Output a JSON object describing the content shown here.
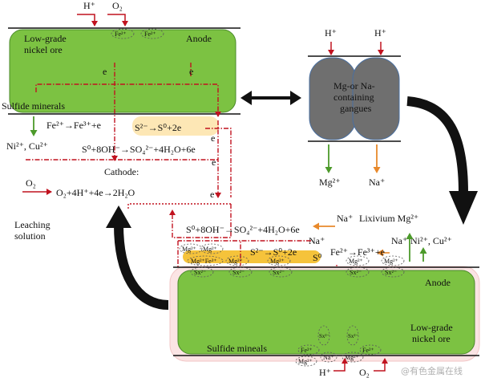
{
  "colors": {
    "ore_green": "#7cc242",
    "ore_stroke": "#4a8a2a",
    "gangue_gray": "#6f6f6f",
    "reaction_red": "#c1121f",
    "arrow_green": "#4c9a2a",
    "arrow_orange": "#e8892b",
    "highlight_yellow": "#f5c33b",
    "highlight_light": "#fde7b5",
    "pink_border": "#f2c6c6"
  },
  "top_ore": {
    "name": "Low-grade nickel ore",
    "line1": "Low-grade",
    "line2": "nickel ore",
    "anode": "Anode",
    "sulfide": "Sulfide minerals",
    "fe_ions": [
      "Fe²⁺",
      "Fe²⁺"
    ],
    "electron": "e",
    "inputs": {
      "h": "H⁺",
      "o2": "O₂"
    }
  },
  "gangue": {
    "line1": "Mg-or Na-",
    "line2": "containing",
    "line3": "gangues",
    "inputs": [
      "H⁺",
      "H⁺"
    ],
    "outputs": [
      "Mg²⁺",
      "Na⁺"
    ]
  },
  "reactions": {
    "ni_cu": "Ni²⁺, Cu²⁺",
    "fe_oxid": "Fe²⁺→Fe³⁺+e",
    "s_oxid": "S²⁻→S⁰+2e",
    "sulfate": "S⁰+8OH⁻→SO₄²⁻+4H₂O+6e",
    "cathode": "Cathode:",
    "o2": "O₂",
    "o2_reduction": "O₂+4H⁺+4e→2H₂O",
    "leaching_line1": "Leaching",
    "leaching_line2": "solution"
  },
  "bottom_ore": {
    "sulfate": "S⁰+8OH⁻→SO₄²⁻+4H₂O+6e",
    "na1": "Na⁺",
    "na2": "Na⁺",
    "na3": "Na⁺",
    "lixivium": "Lixivium Mg²⁺",
    "ni_cu": "Ni²⁺, Cu²⁺",
    "s_oxid": "S²⁻→S⁰+2e",
    "fe_oxid": "Fe²⁺→Fe³⁺+e",
    "s0": "S⁰",
    "anode": "Anode",
    "line1": "Low-grade",
    "line2": "nickel ore",
    "sulfide": "Sulfide mineals",
    "mg_bubble": "Mg²⁺",
    "mg_fe_bubble": "Mg²⁺Fe³⁺",
    "sx_bubble": "Sx²⁻",
    "fe_bubble": "Fe²⁺",
    "na_bubble": "Na⁺",
    "electron": "e",
    "inputs": {
      "h": "H⁺",
      "o2": "O₂"
    }
  },
  "watermark": "@有色金属在线"
}
